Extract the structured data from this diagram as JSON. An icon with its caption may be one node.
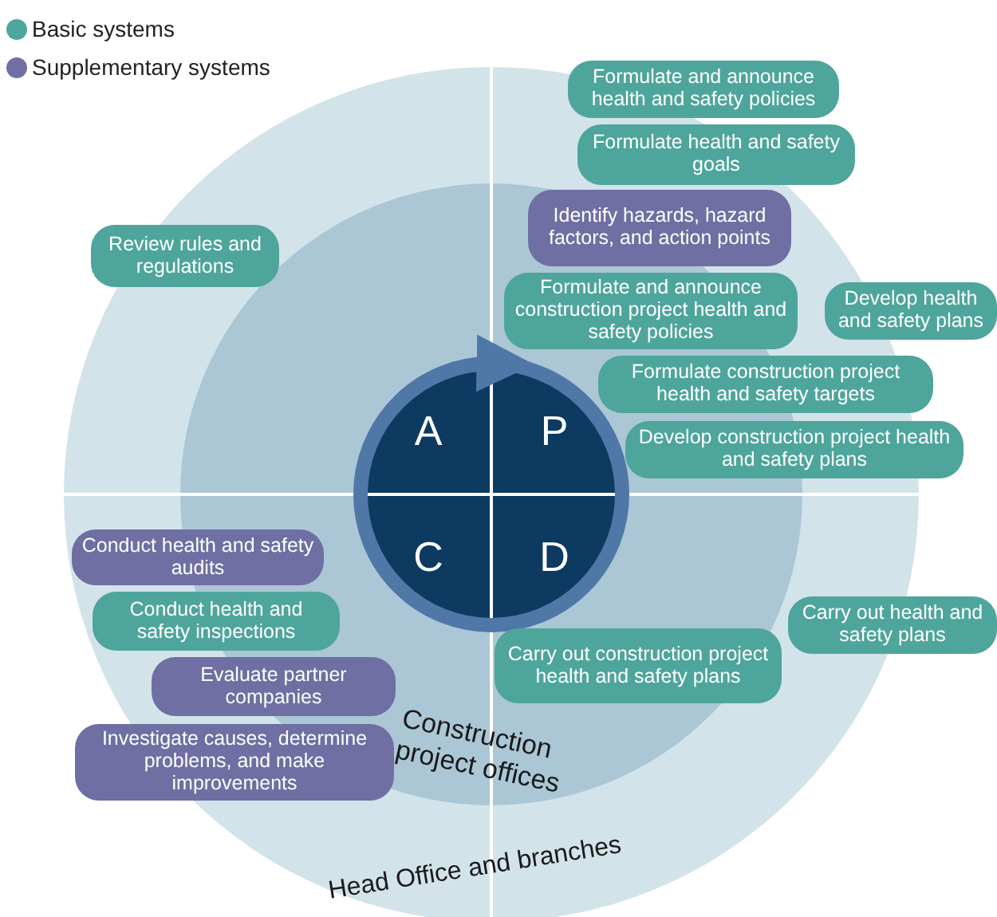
{
  "diagram": {
    "nodes": [
      {
        "text": [
          "Head Office and branches"
        ]
      },
      {
        "text": [
          "Construction project offices"
        ],
        "in": 0
      },
      {
        "text": [
          "A"
        ],
        "in": 1
      },
      {
        "text": [
          "P"
        ],
        "in": 1
      },
      {
        "text": [
          "C"
        ],
        "in": 1
      },
      {
        "text": [
          "D"
        ],
        "in": 1
      },
      {
        "text": [
          "Formulate and announce health and safety policies"
        ]
      },
      {
        "text": [
          "Formulate health and safety goals"
        ],
        "in": 0
      },
      {
        "text": [
          "Identify hazards, hazard factors, and action points"
        ],
        "in": 1
      },
      {
        "text": [
          "Review rules and regulations"
        ],
        "in": 0
      },
      {
        "text": [
          "Formulate and announce construction project health and safety policies"
        ],
        "in": 1
      },
      {
        "text": [
          "Develop health and safety plans"
        ]
      },
      {
        "text": [
          "Formulate construction project health and safety targets"
        ],
        "in": 0
      },
      {
        "text": [
          "Develop construction project health and safety plans"
        ]
      },
      {
        "text": [
          "Conduct health and safety audits"
        ],
        "in": 0
      },
      {
        "text": [
          "Conduct health and safety inspections"
        ],
        "in": 0
      },
      {
        "text": [
          "Carry out health and safety plans"
        ]
      },
      {
        "text": [
          "Carry out construction project health and safety plans"
        ],
        "in": 1
      },
      {
        "text": [
          "Evaluate partner companies"
        ],
        "in": 0
      },
      {
        "text": [
          "Investigate causes, determine problems, and make improvements"
        ],
        "in": 0
      }
    ],
    "edges": [
      {
        "from": 2,
        "to": 3,
        "arrow": "to"
      }
    ],
    "legend": [
      {
        "text": "Basic systems",
        "color": "#4ea59b"
      },
      {
        "text": "Supplementary systems",
        "color": "#6f6fa3"
      }
    ]
  }
}
